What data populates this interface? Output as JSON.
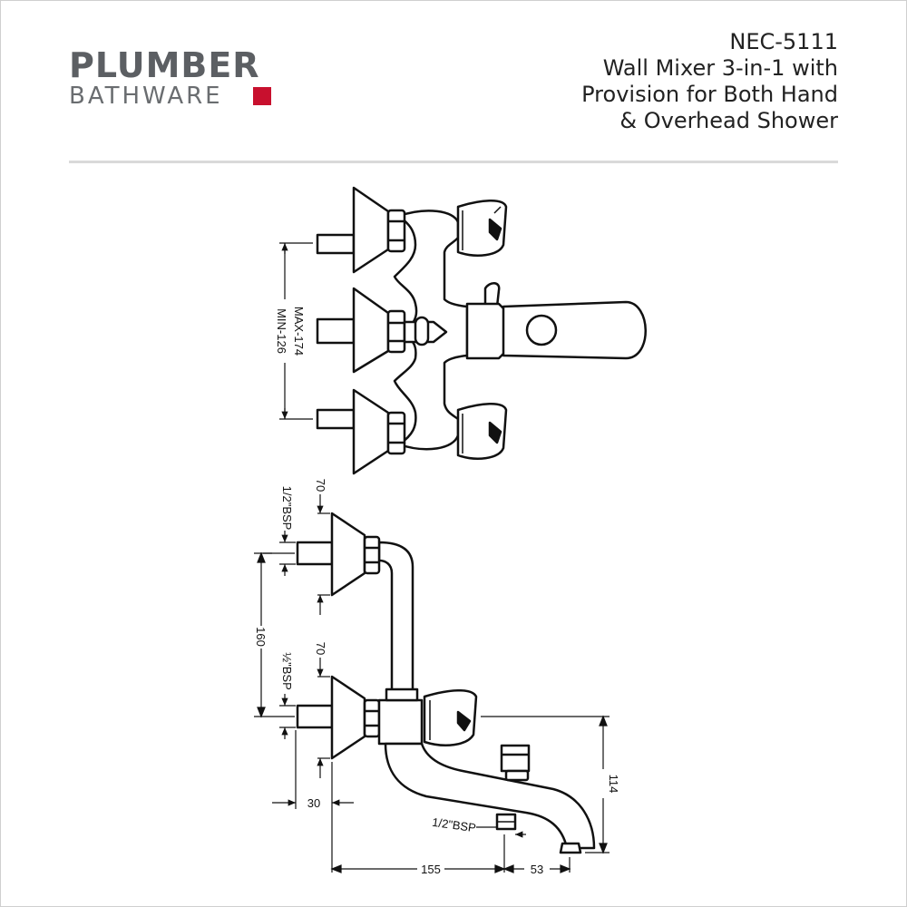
{
  "brand": {
    "line1": "PLUMBER",
    "line2": "BATHWARE",
    "accent_color": "#c8102e"
  },
  "product": {
    "code": "NEC-5111",
    "name_lines": [
      "Wall Mixer 3-in-1 with",
      "Provision for Both Hand",
      "& Overhead Shower"
    ]
  },
  "top_view": {
    "range_min": "MIN-126",
    "range_max": "MAX-174"
  },
  "side_view": {
    "thread_upper": "1/2\"BSP",
    "thread_lower": "½\"BSP",
    "thread_spout": "1/2\"BSP",
    "dim_70_upper": "70",
    "dim_70_lower": "70",
    "dim_160": "160",
    "dim_30": "30",
    "dim_114": "114",
    "dim_155": "155",
    "dim_53": "53"
  }
}
